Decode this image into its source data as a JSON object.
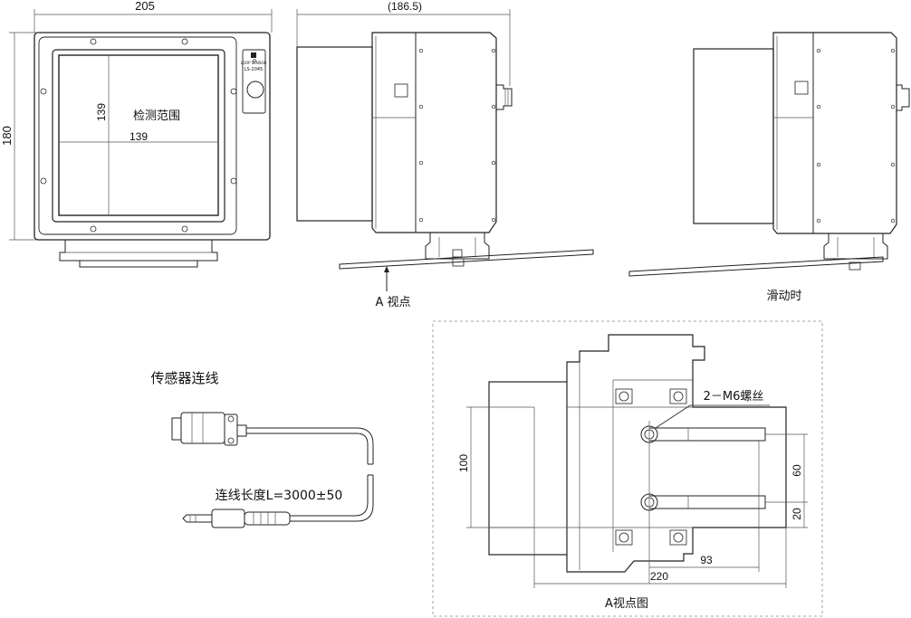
{
  "front_view": {
    "dim_width": "205",
    "dim_height": "180",
    "inner_width": "139",
    "inner_height": "139",
    "area_label": "检测范围",
    "panel_text": [
      "LOOP SENSOR",
      "LS-2045"
    ]
  },
  "side_view": {
    "dim_depth": "(186.5)",
    "viewpoint_label": "A 视点"
  },
  "slide_view": {
    "label": "滑动时"
  },
  "cable": {
    "title": "传感器连线",
    "length_label": "连线长度L=3000±50"
  },
  "a_view": {
    "screw_label": "2－M6螺丝",
    "dim_100": "100",
    "dim_60": "60",
    "dim_20": "20",
    "dim_93": "93",
    "dim_220": "220",
    "caption": "A视点图"
  }
}
